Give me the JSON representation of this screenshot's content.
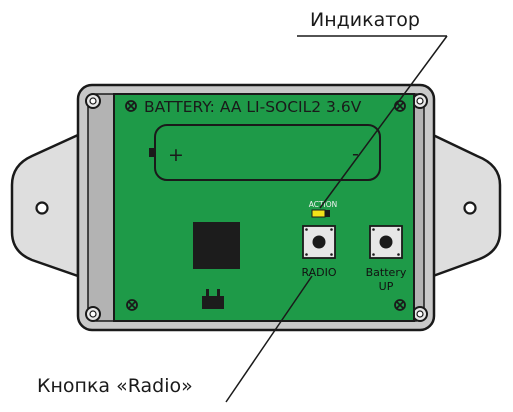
{
  "callouts": {
    "indicator": "Индикатор",
    "radio_button": "Кнопка «Radio»"
  },
  "board": {
    "battery_text": "BATTERY: AA LI-SOCIL2 3.6V",
    "plus_sign": "+",
    "minus_sign": "-",
    "led_label": "ACTION",
    "radio_label": "RADIO",
    "battery_button_label_line1": "Battery",
    "battery_button_label_line2": "UP"
  },
  "colors": {
    "pcb_green": "#1e9a48",
    "enclosure_gray": "#c9c9c9",
    "enclosure_inner": "#b0b0b0",
    "ear_gray": "#dedede",
    "outline": "#1a1a1a",
    "led_yellow": "#f2e21a",
    "chip_black": "#1c1c1c",
    "button_face": "#e6e6e6"
  }
}
